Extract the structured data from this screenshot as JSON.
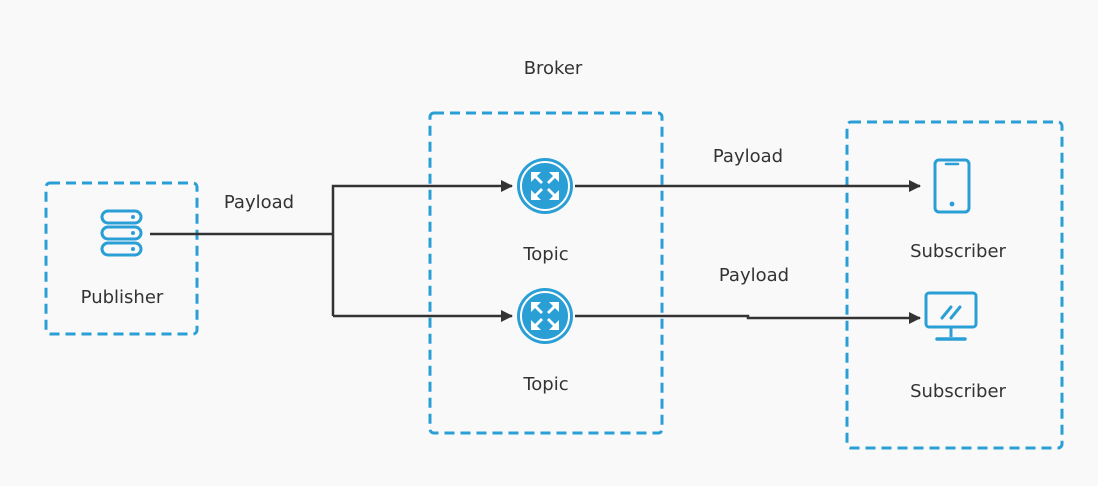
{
  "broker": {
    "label": "Broker"
  },
  "publisher": {
    "label": "Publisher",
    "icon": "server-stack-icon"
  },
  "topics": [
    {
      "label": "Topic",
      "icon": "router-icon"
    },
    {
      "label": "Topic",
      "icon": "router-icon"
    }
  ],
  "subscribers": [
    {
      "label": "Subscriber",
      "icon": "smartphone-icon"
    },
    {
      "label": "Subscriber",
      "icon": "monitor-icon"
    }
  ],
  "edges": {
    "publisher_payload": "Payload",
    "topic1_payload": "Payload",
    "topic2_payload": "Payload"
  },
  "colors": {
    "accent": "#2a9fd6",
    "line": "#333333",
    "background": "#f9f9f9"
  }
}
